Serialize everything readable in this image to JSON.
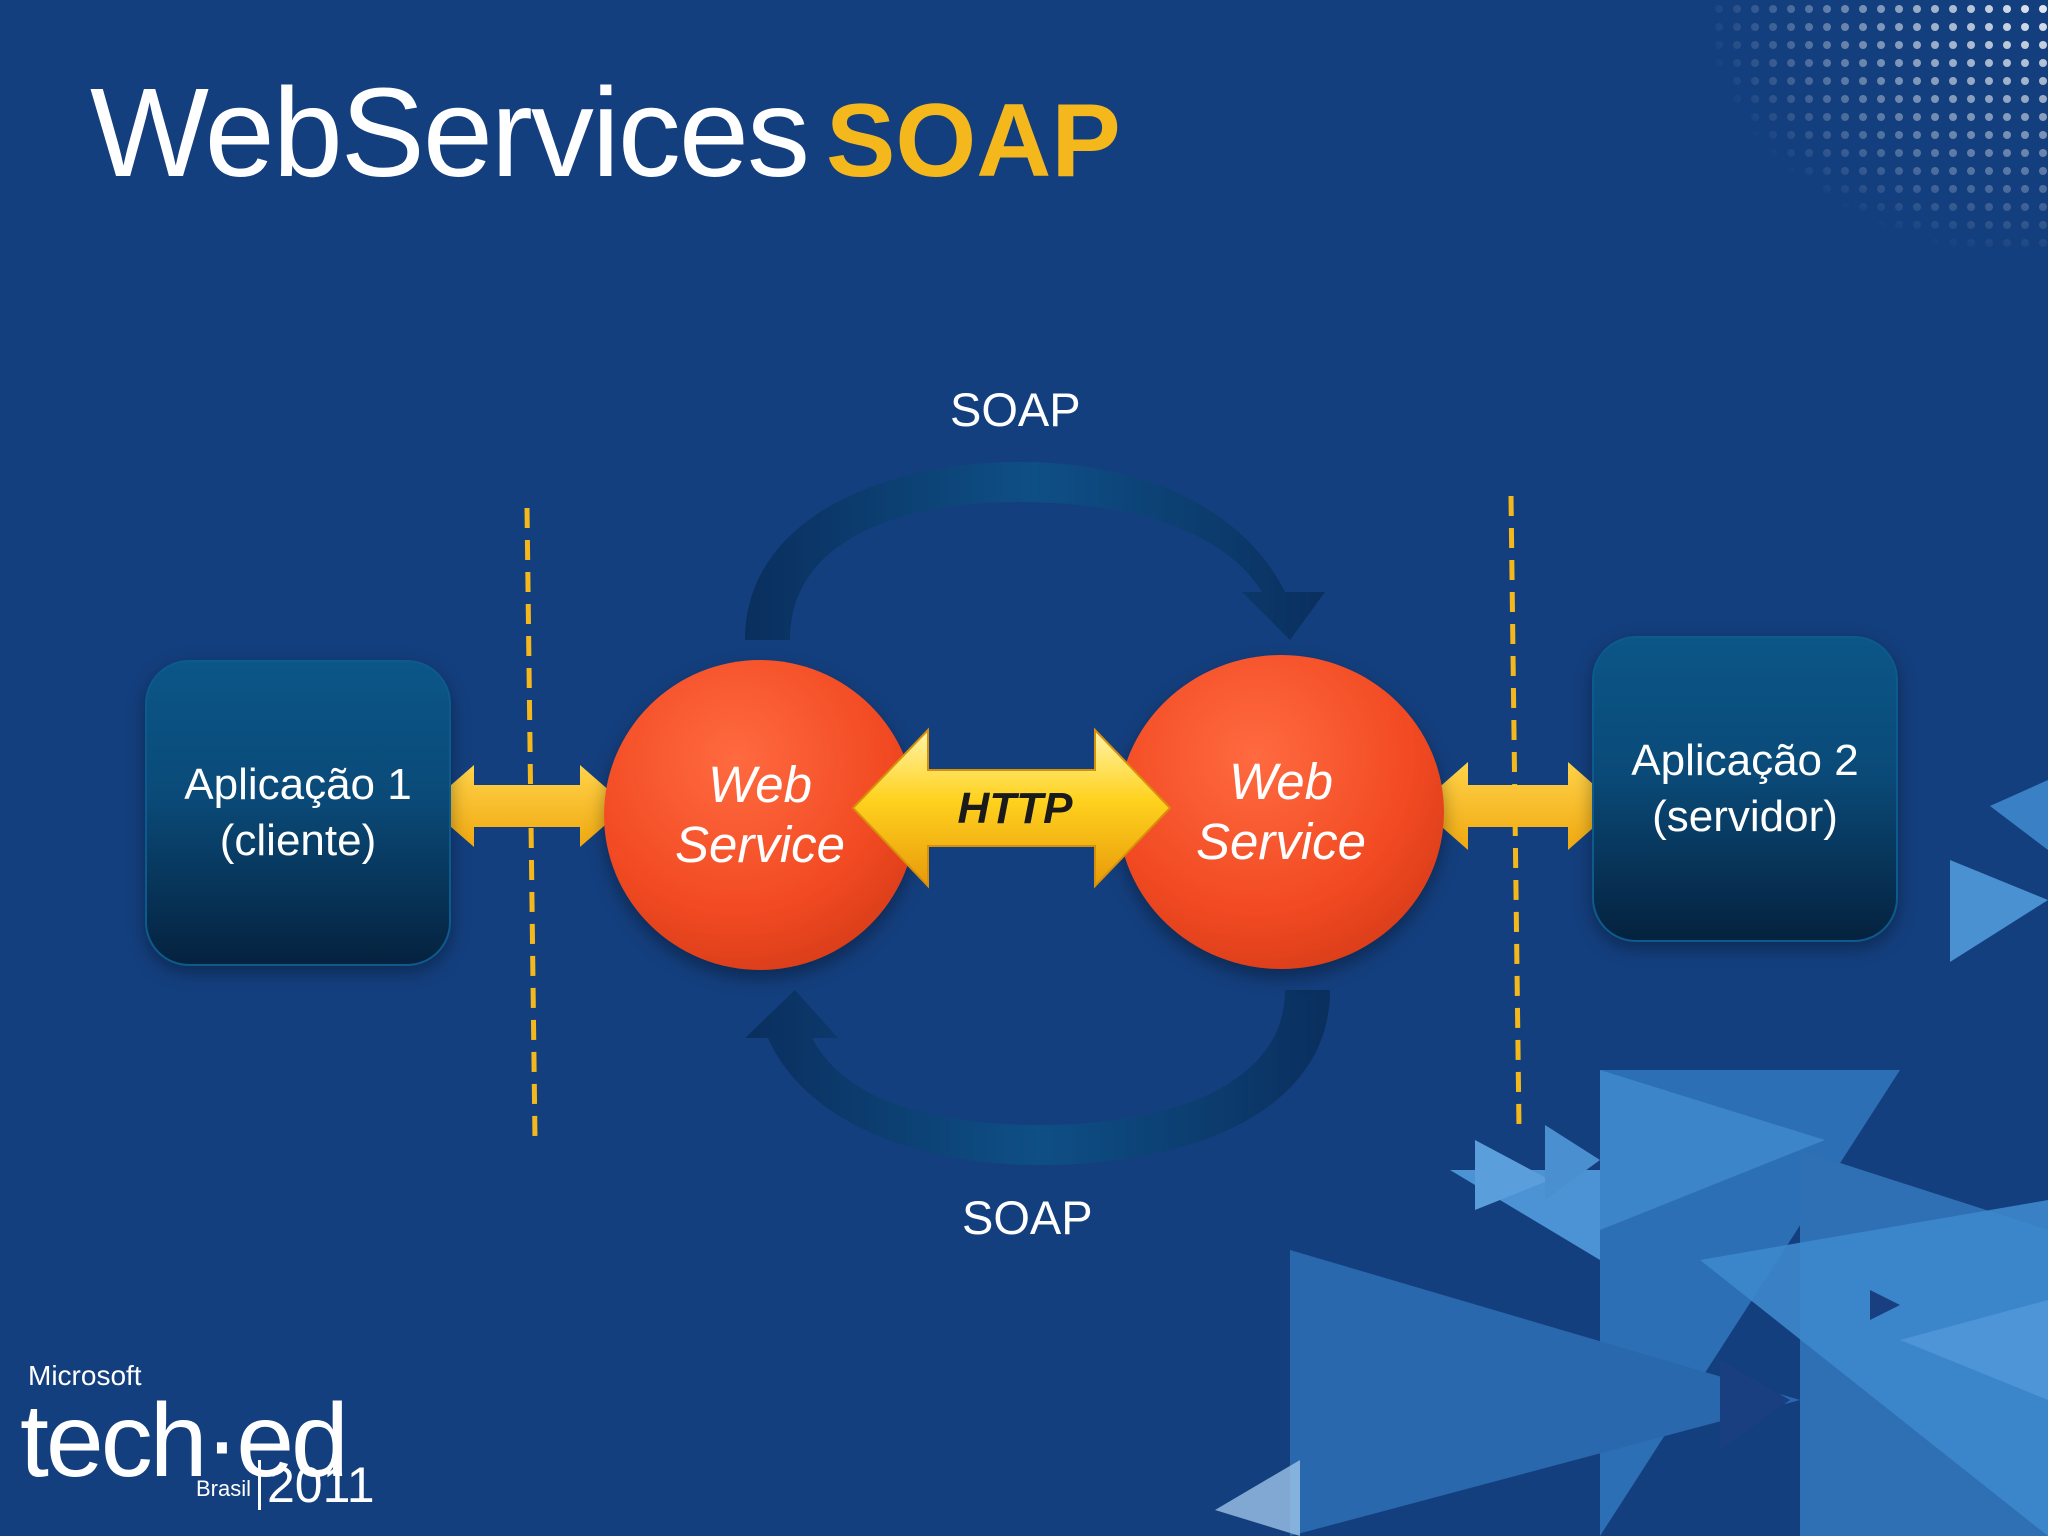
{
  "title": {
    "main": "WebServices",
    "accent": "SOAP"
  },
  "flow": {
    "top_label": "SOAP",
    "bottom_label": "SOAP",
    "http_label": "HTTP"
  },
  "client": {
    "line1": "Aplicação 1",
    "line2": "(cliente)"
  },
  "server": {
    "line1": "Aplicação 2",
    "line2": "(servidor)"
  },
  "web_service_left": {
    "line1": "Web",
    "line2": "Service"
  },
  "web_service_right": {
    "line1": "Web",
    "line2": "Service"
  },
  "branding": {
    "company": "Microsoft",
    "event": "tech·ed",
    "country": "Brasil",
    "year": "2011"
  },
  "colors": {
    "background": "#143f7e",
    "accent": "#f5b81c",
    "web_service": "#f24a22",
    "app_box": "#0a4a78",
    "arrow": "#f5b81c"
  }
}
